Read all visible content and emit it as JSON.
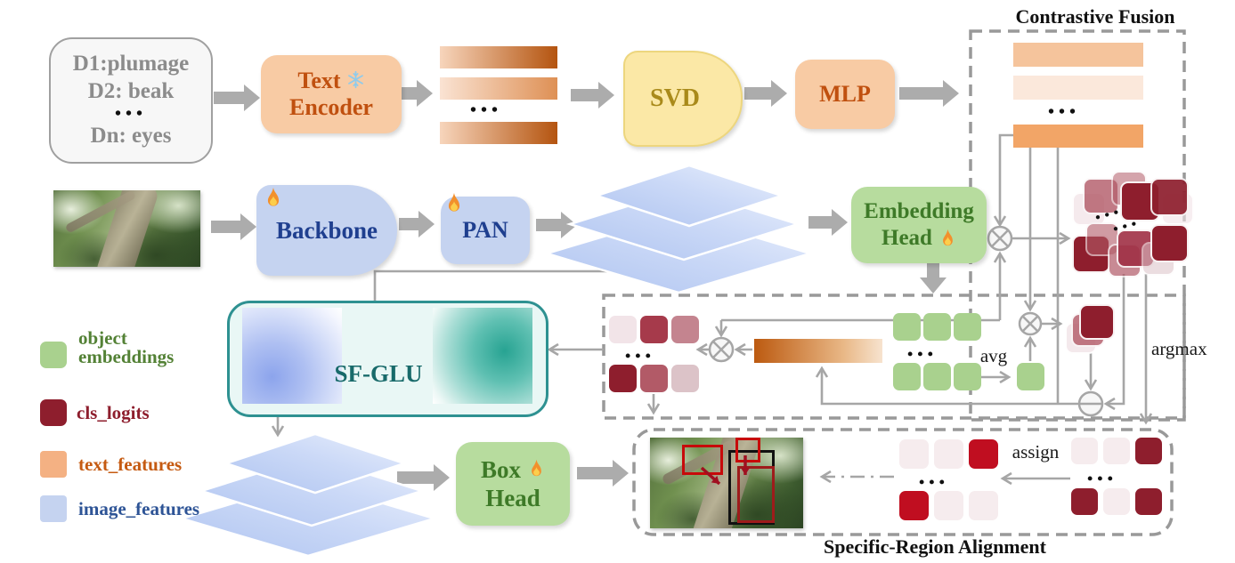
{
  "titles": {
    "contrastive_fusion": "Contrastive Fusion",
    "specific_region_alignment": "Specific-Region Alignment"
  },
  "description_box": {
    "line1": "D1:plumage",
    "line2": "D2: beak",
    "line3": "Dn: eyes"
  },
  "blocks": {
    "text_encoder": {
      "line1": "Text",
      "line2": "Encoder"
    },
    "svd": "SVD",
    "mlp": "MLP",
    "backbone": "Backbone",
    "pan": "PAN",
    "embedding_head": {
      "line1": "Embedding",
      "line2": "Head"
    },
    "sf_glu": "SF-GLU",
    "box_head": {
      "line1": "Box",
      "line2": "Head"
    }
  },
  "labels": {
    "avg": "avg",
    "argmax": "argmax",
    "assign": "assign",
    "dots": "•••"
  },
  "legend": {
    "items": [
      {
        "label": "object embeddings",
        "color": "#A9D18E",
        "label_color": "#538135"
      },
      {
        "label": "cls_logits",
        "color": "#8E1E2D",
        "label_color": "#8E1E2D"
      },
      {
        "label": "text_features",
        "color": "#F4B183",
        "label_color": "#C55A11"
      },
      {
        "label": "image_features",
        "color": "#C5D3F0",
        "label_color": "#2E5496"
      }
    ]
  },
  "icons": {
    "frozen": "snowflake-icon",
    "trainable": "flame-icon"
  },
  "colors": {
    "arrow_gray": "#ACACAC",
    "line_gray": "#A6A6A6",
    "dashed_border": "#999999",
    "text_feature_orange": "#F2A567",
    "cls_logit_maroon": "#8E1E2D",
    "object_embedding_green": "#A9D18E",
    "image_feature_blue": "#C5D3F0",
    "sf_glu_teal": "#2E9191"
  }
}
